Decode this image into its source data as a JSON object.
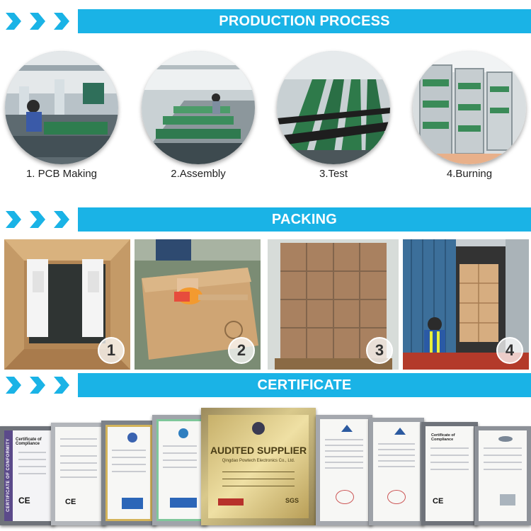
{
  "sections": {
    "production": "PRODUCTION PROCESS",
    "packing": "PACKING",
    "certificate": "CERTIFICATE"
  },
  "process_steps": [
    {
      "label": "1. PCB Making"
    },
    {
      "label": "2.Assembly"
    },
    {
      "label": "3.Test"
    },
    {
      "label": "4.Burning"
    }
  ],
  "packing_steps": [
    {
      "number": "1"
    },
    {
      "number": "2"
    },
    {
      "number": "3"
    },
    {
      "number": "4"
    }
  ],
  "certificates": {
    "left_title": "Certificate of Compliance",
    "side_text": "CERTIFICATE OF CONFORMITY",
    "center_title": "AUDITED SUPPLIER",
    "center_company": "Qingdao Powtech Electronics Co., Ltd.",
    "right_title": "Certificate of Compliance",
    "sgs": "SGS"
  },
  "colors": {
    "accent": "#1ab3e6",
    "chevron": "#1ab3e6"
  }
}
